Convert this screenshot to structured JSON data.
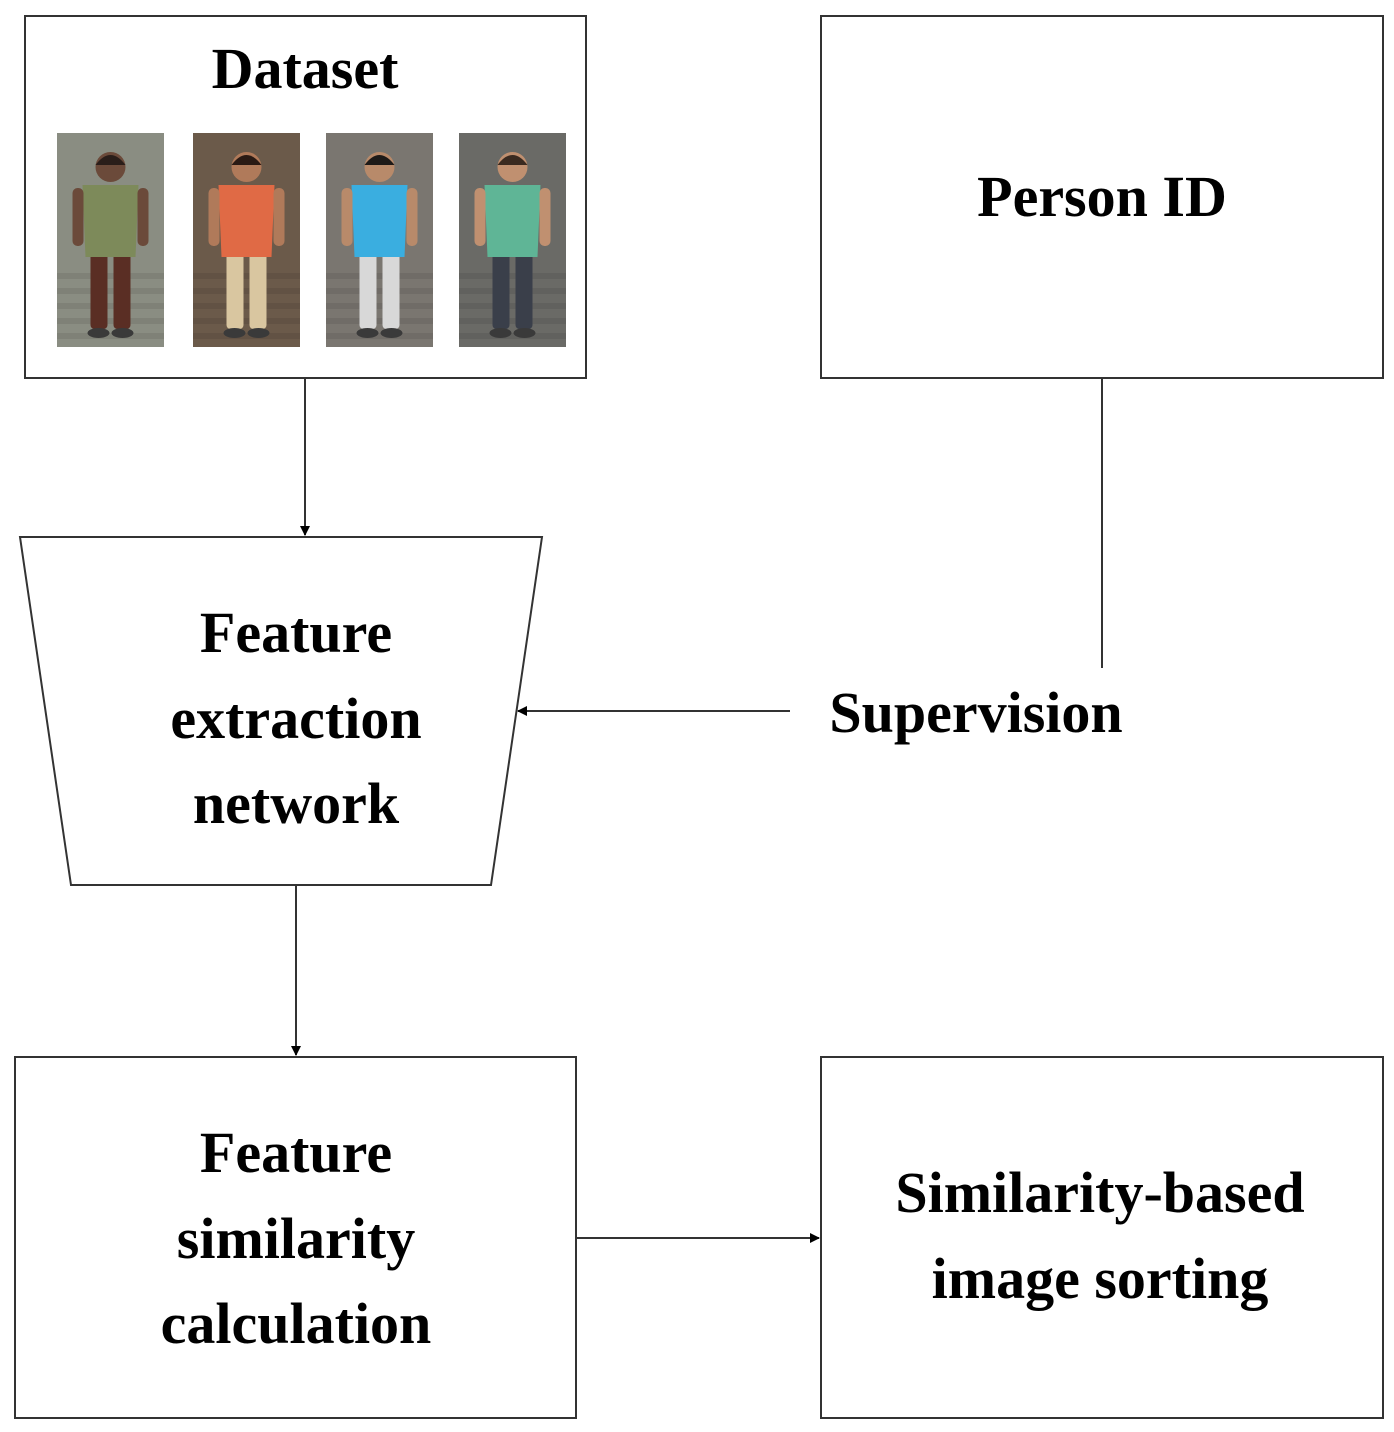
{
  "nodes": {
    "dataset": {
      "title": "Dataset"
    },
    "person_id": {
      "title": "Person ID"
    },
    "feature_extraction": {
      "lines": [
        "Feature",
        "extraction",
        "network"
      ]
    },
    "feature_similarity": {
      "lines": [
        "Feature",
        "similarity",
        "calculation"
      ]
    },
    "image_sorting": {
      "lines": [
        "Similarity-based",
        "image sorting"
      ]
    }
  },
  "edges": {
    "supervision_label": "Supervision"
  },
  "pedestrian_images": [
    {
      "name": "pedestrian-1",
      "shirt": "#7d8a5a",
      "pants": "#5a2e24",
      "skin": "#6b4a3a",
      "hair": "#2a1e1a",
      "bg": "#8a8d82"
    },
    {
      "name": "pedestrian-2",
      "shirt": "#e06a45",
      "pants": "#d9c6a0",
      "skin": "#b07a5a",
      "hair": "#2a1a14",
      "bg": "#6b5a4a"
    },
    {
      "name": "pedestrian-3",
      "shirt": "#3aaee0",
      "pants": "#d8d8d8",
      "skin": "#b88a6a",
      "hair": "#1e1a18",
      "bg": "#7a7670"
    },
    {
      "name": "pedestrian-4",
      "shirt": "#5fb596",
      "pants": "#3a3f4a",
      "skin": "#c09070",
      "hair": "#3a2a20",
      "bg": "#6a6a66"
    }
  ]
}
